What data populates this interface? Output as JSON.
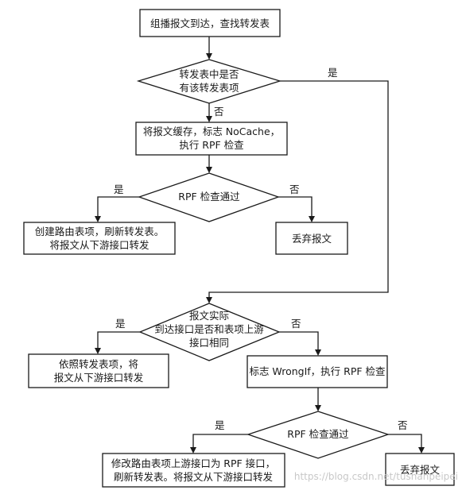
{
  "nodes": {
    "start": [
      "组播报文到达，查找转发表"
    ],
    "dec_forward": [
      "转发表中是否",
      "有该转发表项"
    ],
    "cache_rpf": [
      "将报文缓存，标志 NoCache，",
      "执行 RPF 检查"
    ],
    "dec_rpf1": [
      "RPF 检查通过"
    ],
    "create_route": [
      "创建路由表项，刷新转发表。",
      "将报文从下游接口转发"
    ],
    "drop1": [
      "丢弃报文"
    ],
    "dec_iface": [
      "报文实际",
      "到达接口是否和表项上游",
      "接口相同"
    ],
    "forward_entry": [
      "依照转发表项，将",
      "报文从下游接口转发"
    ],
    "wrongif": [
      "标志 WrongIf，执行 RPF 检查"
    ],
    "dec_rpf2": [
      "RPF 检查通过"
    ],
    "modify_route": [
      "修改路由表项上游接口为 RPF 接口，",
      "刷新转发表。将报文从下游接口转发"
    ],
    "drop2": [
      "丢弃报文"
    ]
  },
  "labels": {
    "yes": "是",
    "no": "否"
  },
  "watermark": "https://blog.csdn.net/tushanpeipei"
}
